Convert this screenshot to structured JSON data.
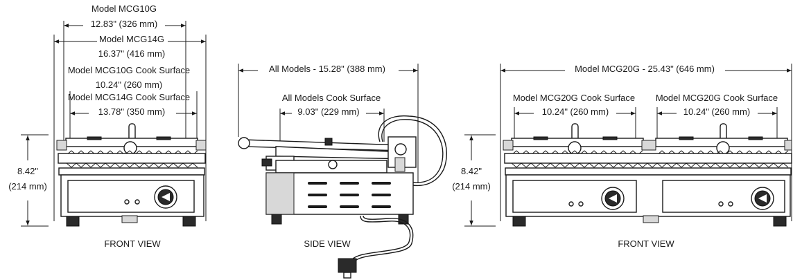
{
  "front_view_left": {
    "model_mcg10g": "Model MCG10G",
    "width_mcg10g": "12.83\" (326 mm)",
    "model_mcg14g": "Model MCG14G",
    "width_mcg14g": "16.37\" (416 mm)",
    "cook_mcg10g": "Model MCG10G  Cook Surface",
    "cook_width_mcg10g": "10.24\" (260 mm)",
    "cook_mcg14g": "Model MCG14G Cook Surface",
    "cook_width_mcg14g": "13.78\" (350 mm)",
    "height_in": "8.42\"",
    "height_mm": "(214 mm)",
    "caption": "FRONT VIEW"
  },
  "side_view": {
    "overall": "All Models - 15.28\" (388 mm)",
    "cook_surface": "All Models Cook Surface",
    "cook_width": "9.03\" (229 mm)",
    "caption": "SIDE VIEW"
  },
  "front_view_right": {
    "overall": "Model MCG20G - 25.43\" (646 mm)",
    "cook_left": "Model MCG20G  Cook Surface",
    "cook_left_width": "10.24\" (260 mm)",
    "cook_right": "Model MCG20G  Cook Surface",
    "cook_right_width": "10.24\" (260 mm)",
    "height_in": "8.42\"",
    "height_mm": "(214 mm)",
    "caption": "FRONT VIEW"
  },
  "icons": [
    "temperature-dial-icon",
    "indicator-light-icon",
    "power-cord-plug-icon",
    "handle-knob-icon"
  ]
}
